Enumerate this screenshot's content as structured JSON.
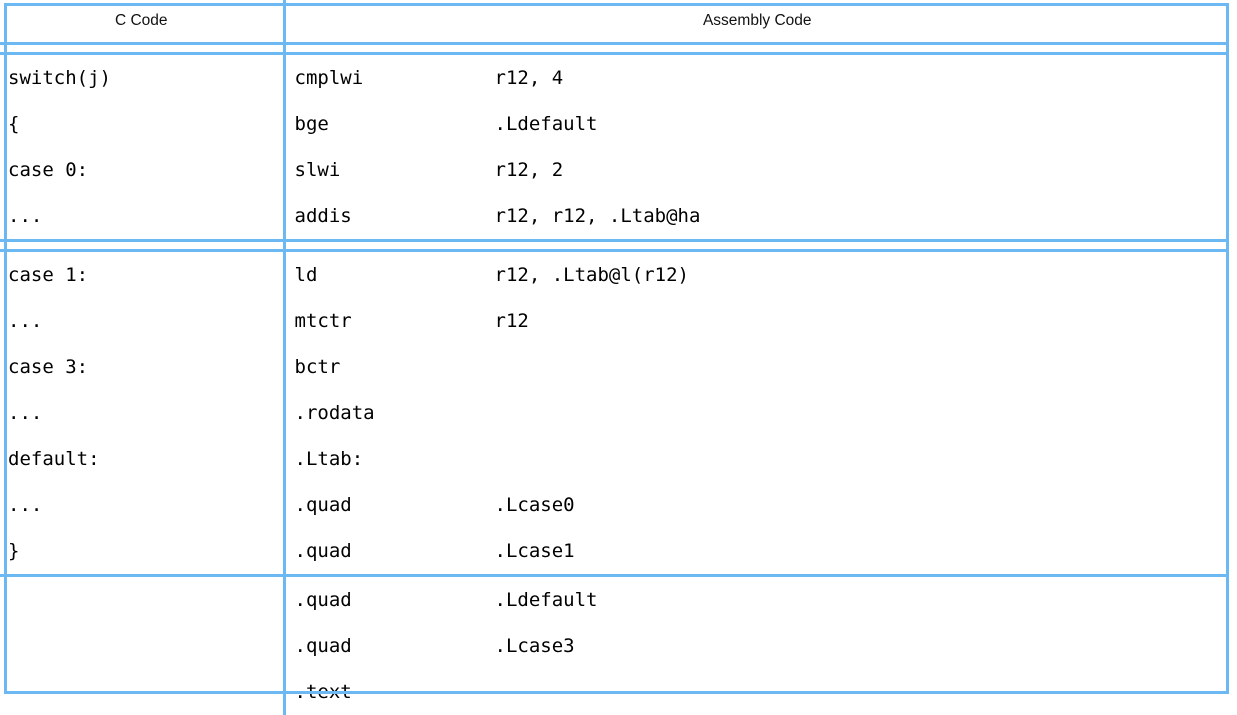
{
  "theme": {
    "border_color": "#6cb8f2",
    "text_color": "#000000",
    "background": "#ffffff"
  },
  "table": {
    "headers": {
      "c_code": "C Code",
      "assembly_code": "Assembly Code"
    },
    "sections": [
      {
        "c_lines": [
          "switch(j)",
          "{",
          "case 0:",
          "..."
        ],
        "asm_lines": [
          {
            "mnemonic": "cmplwi",
            "operands": "r12, 4"
          },
          {
            "mnemonic": "bge",
            "operands": ".Ldefault"
          },
          {
            "mnemonic": "slwi",
            "operands": "r12, 2"
          },
          {
            "mnemonic": "addis",
            "operands": "r12, r12, .Ltab@ha"
          }
        ],
        "divider_after": "double"
      },
      {
        "c_lines": [
          "case 1:",
          "...",
          "case 3:",
          "...",
          "default:",
          "...",
          "}"
        ],
        "asm_lines": [
          {
            "mnemonic": "ld",
            "operands": "r12, .Ltab@l(r12)"
          },
          {
            "mnemonic": "mtctr",
            "operands": "r12"
          },
          {
            "mnemonic": "bctr",
            "operands": ""
          },
          {
            "mnemonic": ".rodata",
            "operands": ""
          },
          {
            "mnemonic": ".Ltab:",
            "operands": ""
          },
          {
            "mnemonic": ".quad",
            "operands": ".Lcase0"
          },
          {
            "mnemonic": ".quad",
            "operands": ".Lcase1"
          }
        ],
        "divider_after": "single"
      },
      {
        "c_lines": [],
        "asm_lines": [
          {
            "mnemonic": ".quad",
            "operands": ".Ldefault"
          },
          {
            "mnemonic": ".quad",
            "operands": ".Lcase3"
          },
          {
            "mnemonic": ".text",
            "operands": ""
          }
        ],
        "divider_after": "none"
      }
    ]
  }
}
